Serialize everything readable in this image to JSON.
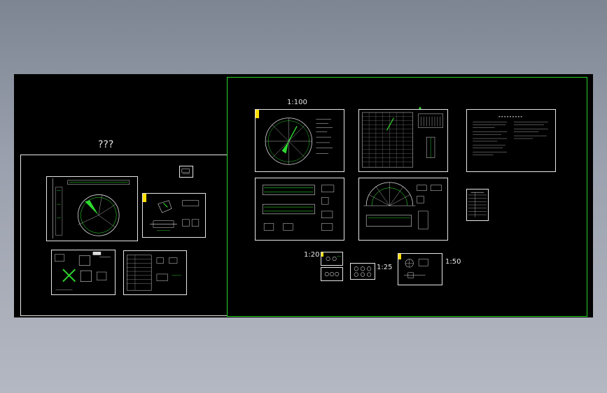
{
  "viewport": {
    "background_color": "#000000",
    "sheet_border_color": "#e6e6e6",
    "active_frame_color": "#27d527",
    "accent_color": "#ffe000"
  },
  "left_group": {
    "title": "???"
  },
  "right_group": {
    "scale_1_100": "1:100",
    "scale_1_20": "1:20",
    "scale_1_25": "1:25",
    "scale_1_50": "1:50"
  },
  "icons": {
    "north_arrow_small": "north-arrow-icon",
    "ucs": "ucs-icon"
  }
}
